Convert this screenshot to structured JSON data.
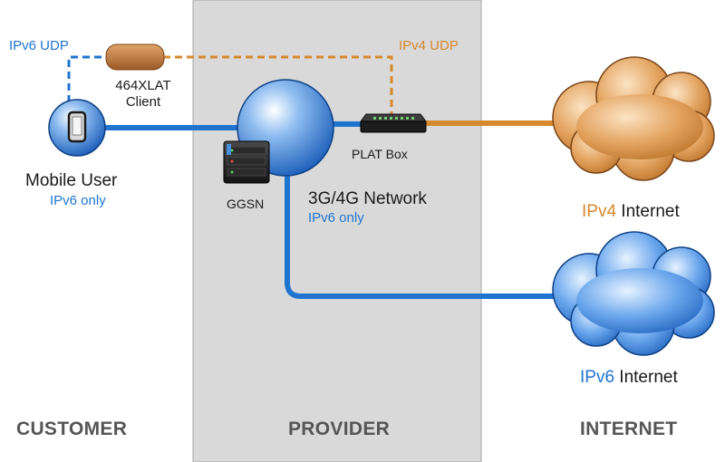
{
  "colors": {
    "ipv6": "#1f74d0",
    "ipv4": "#d6892e",
    "provider_zone": "#d9d9d9",
    "zone_label": "#555555"
  },
  "links": {
    "ipv6_udp_label": "IPv6 UDP",
    "ipv4_udp_label": "IPv4 UDP"
  },
  "nodes": {
    "xlat_client": {
      "label_line1": "464XLAT",
      "label_line2": "Client"
    },
    "mobile_user": {
      "label": "Mobile User",
      "sublabel": "IPv6 only"
    },
    "ggsn": {
      "label": "GGSN"
    },
    "network": {
      "label": "3G/4G Network",
      "sublabel": "IPv6 only"
    },
    "plat_box": {
      "label": "PLAT Box"
    },
    "ipv4_internet": {
      "prefix": "IPv4",
      "label": " Internet"
    },
    "ipv6_internet": {
      "prefix": "IPv6",
      "label": " Internet"
    }
  },
  "zones": {
    "customer": "CUSTOMER",
    "provider": "PROVIDER",
    "internet": "INTERNET"
  }
}
